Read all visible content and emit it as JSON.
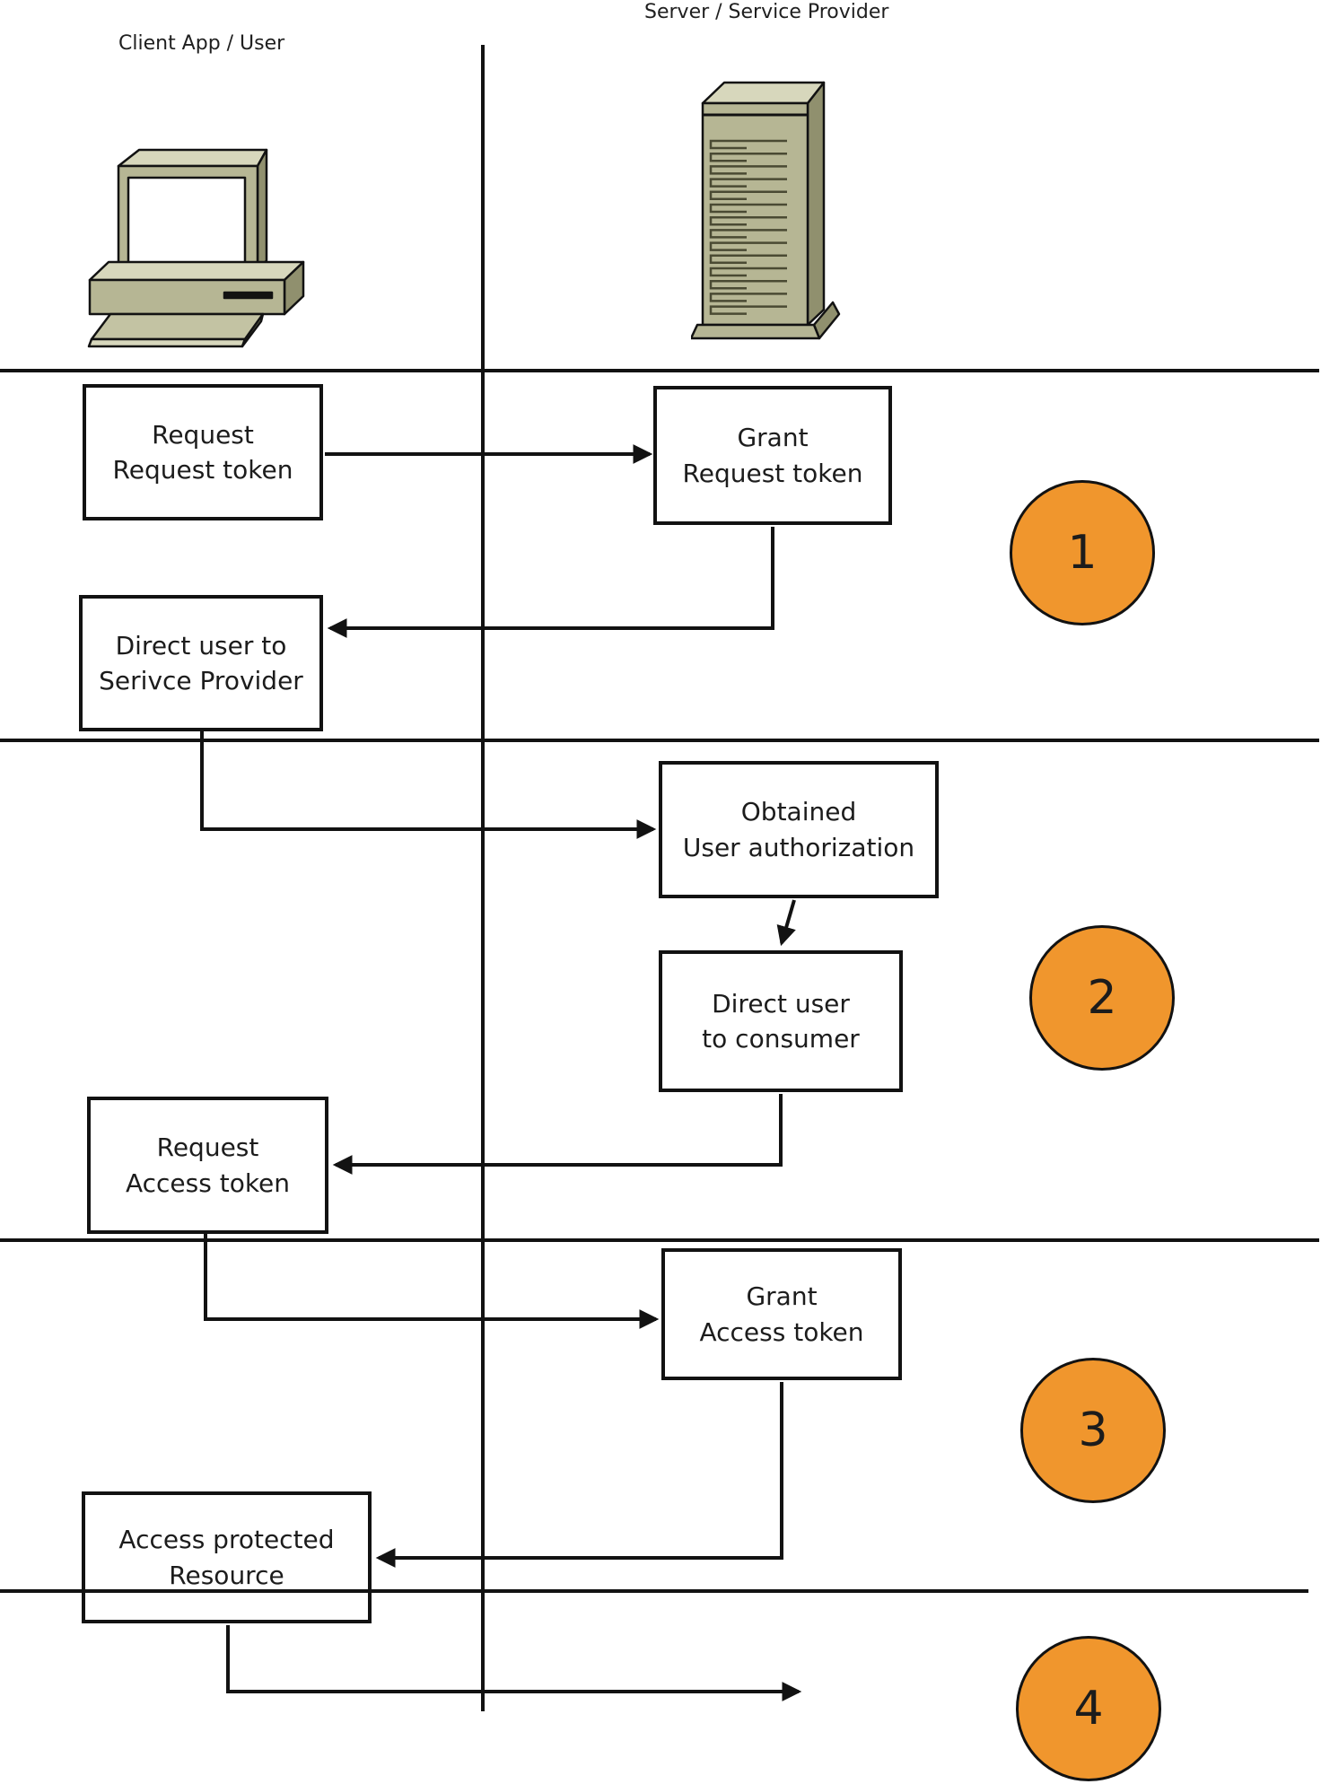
{
  "lanes": {
    "client_label": "Client App / User",
    "server_label": "Server / Service Provider"
  },
  "icons": {
    "client": "desktop-computer-icon",
    "server": "server-tower-icon"
  },
  "colors": {
    "step_circle_fill": "#f0962d",
    "step_circle_border": "#121212",
    "line": "#121212",
    "box_fill": "#ffffff",
    "box_border": "#121212",
    "machine_front": "#b6b694",
    "machine_top": "#d7d7bc",
    "machine_side": "#90906e",
    "machine_slot": "#4a4a33",
    "text": "#1c1c1c"
  },
  "boxes": {
    "request_request_token": {
      "line1": "Request",
      "line2": "Request token"
    },
    "grant_request_token": {
      "line1": "Grant",
      "line2": "Request token"
    },
    "direct_user_to_service_provider": {
      "line1": "Direct user to",
      "line2": "Serivce Provider"
    },
    "obtained_user_authorization": {
      "line1": "Obtained",
      "line2": "User authorization"
    },
    "direct_user_to_consumer": {
      "line1": "Direct user",
      "line2": "to consumer"
    },
    "request_access_token": {
      "line1": "Request",
      "line2": "Access token"
    },
    "grant_access_token": {
      "line1": "Grant",
      "line2": "Access token"
    },
    "access_protected_resource": {
      "line1": "Access protected",
      "line2": "Resource"
    }
  },
  "steps": {
    "step1": "1",
    "step2": "2",
    "step3": "3",
    "step4": "4"
  }
}
